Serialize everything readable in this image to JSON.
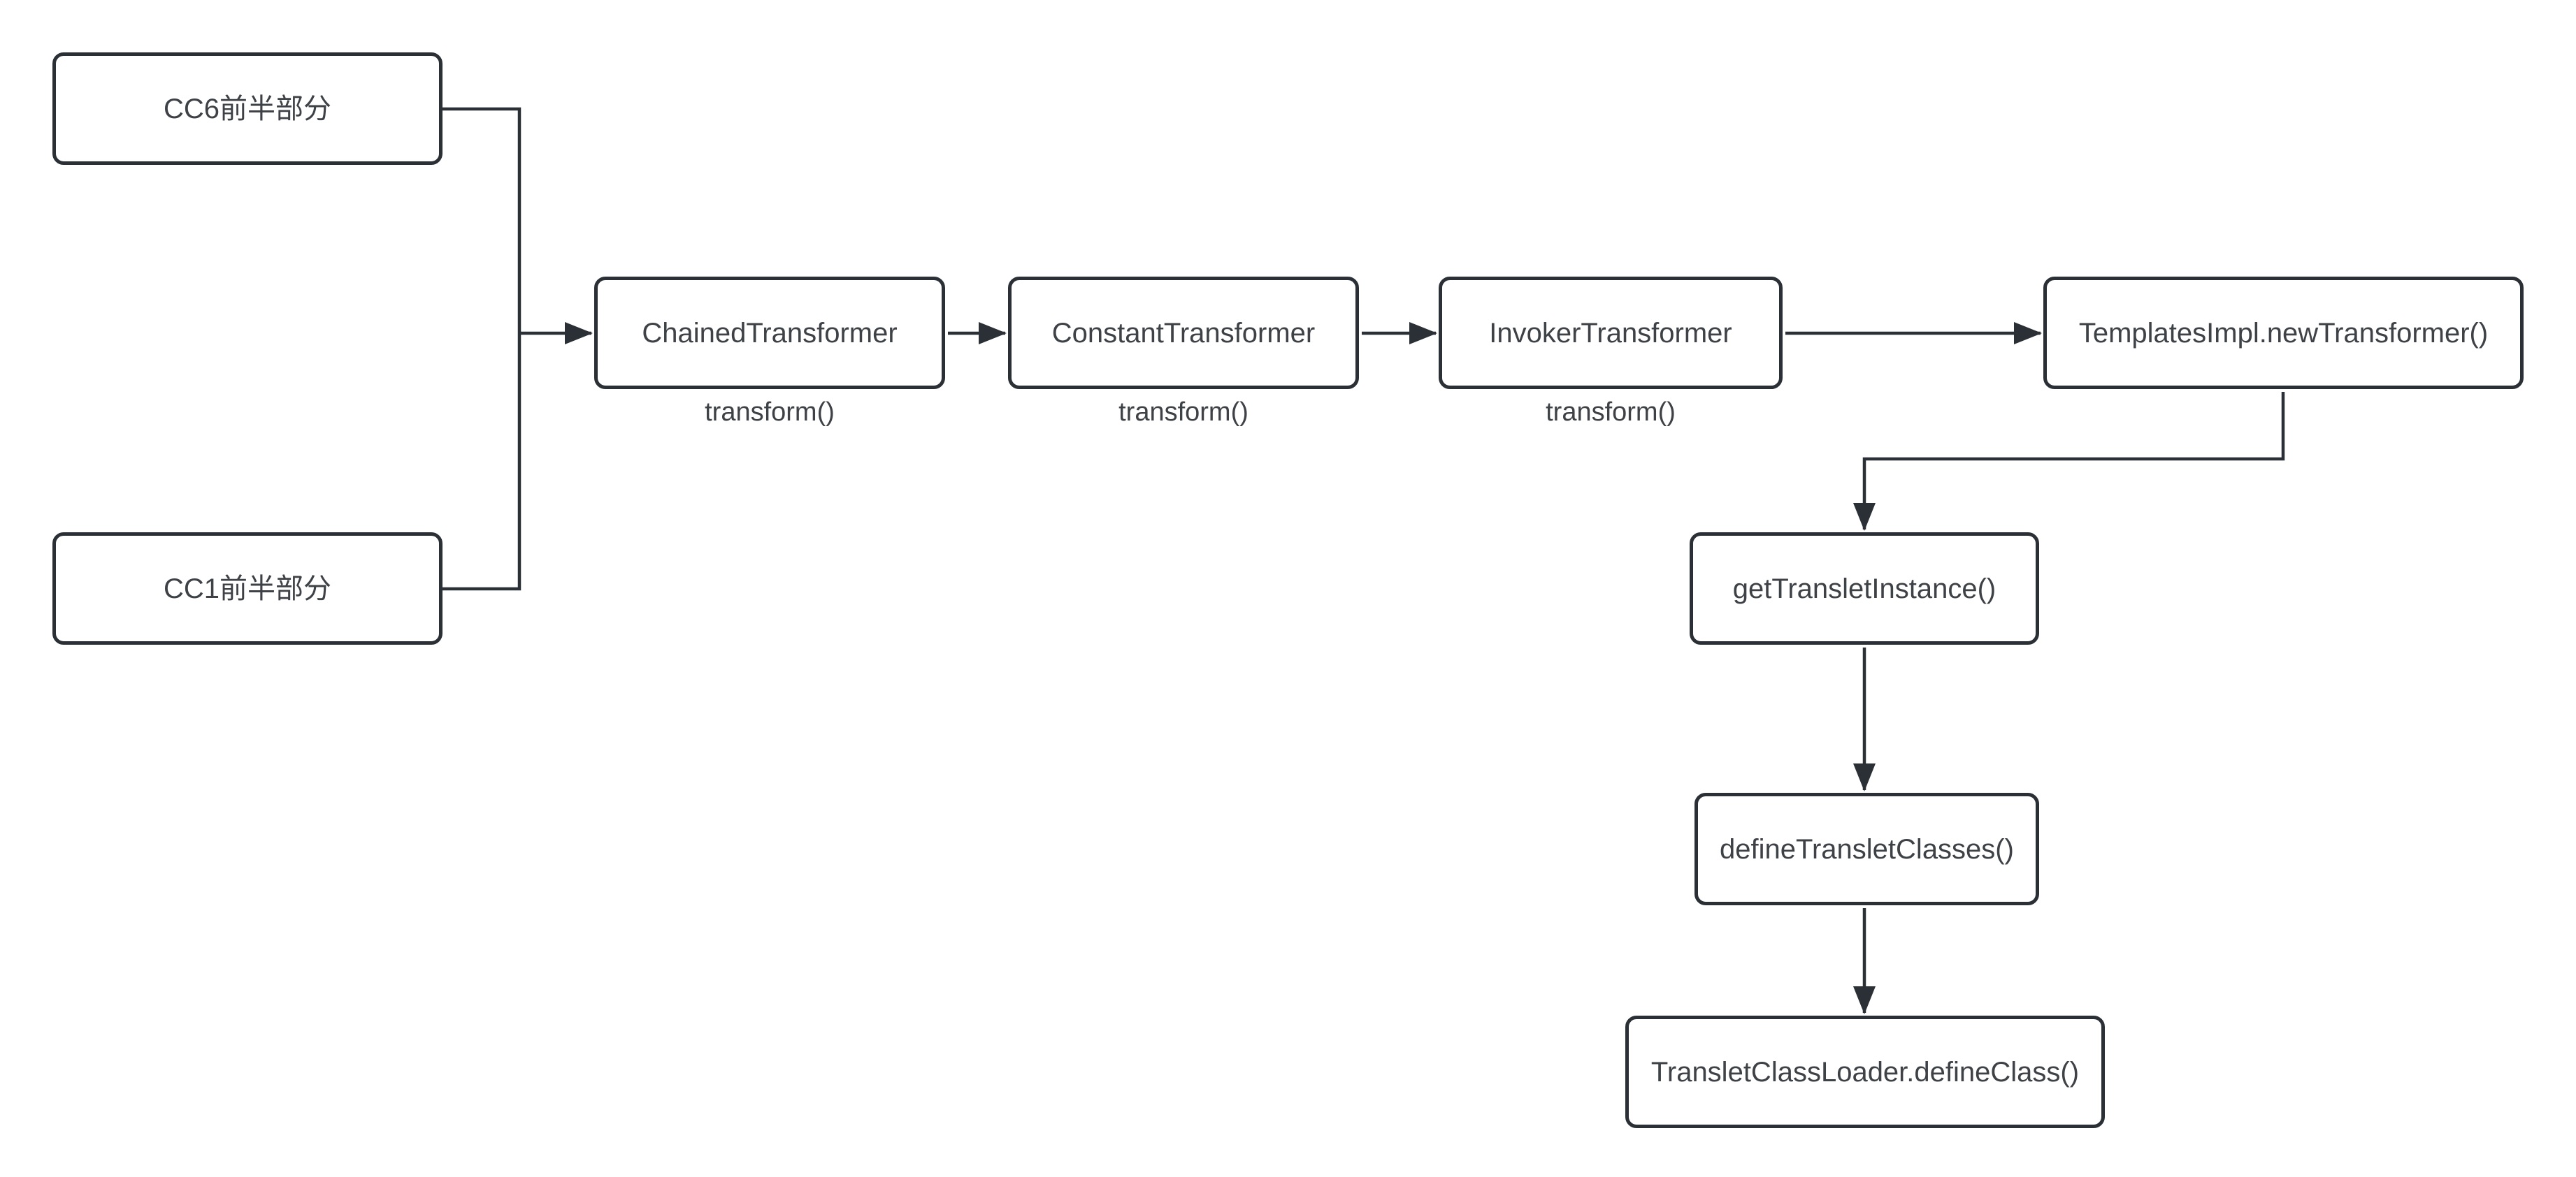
{
  "diagram": {
    "title": "CC6/CC1 Transformer chain to TemplatesImpl flow",
    "colors": {
      "background": "#ffffff",
      "node_fill": "#ffffff",
      "stroke": "#2b3036",
      "text": "#3e4246"
    },
    "nodes": {
      "cc6": {
        "label": "CC6前半部分"
      },
      "cc1": {
        "label": "CC1前半部分"
      },
      "chained": {
        "label": "ChainedTransformer",
        "sublabel": "transform()"
      },
      "constant": {
        "label": "ConstantTransformer",
        "sublabel": "transform()"
      },
      "invoker": {
        "label": "InvokerTransformer",
        "sublabel": "transform()"
      },
      "templates": {
        "label": "TemplatesImpl.newTransformer()"
      },
      "get_translet": {
        "label": "getTransletInstance()"
      },
      "define_classes": {
        "label": "defineTransletClasses()"
      },
      "define_class": {
        "label": "TransletClassLoader.defineClass()"
      }
    },
    "edges": [
      {
        "from": "cc6",
        "to": "chained",
        "type": "elbow-merge-arrow"
      },
      {
        "from": "cc1",
        "to": "chained",
        "type": "elbow-merge-arrow"
      },
      {
        "from": "chained",
        "to": "constant",
        "type": "arrow"
      },
      {
        "from": "constant",
        "to": "invoker",
        "type": "arrow"
      },
      {
        "from": "invoker",
        "to": "templates",
        "type": "arrow"
      },
      {
        "from": "templates",
        "to": "get_translet",
        "type": "elbow-arrow"
      },
      {
        "from": "get_translet",
        "to": "define_classes",
        "type": "arrow"
      },
      {
        "from": "define_classes",
        "to": "define_class",
        "type": "arrow"
      }
    ]
  }
}
